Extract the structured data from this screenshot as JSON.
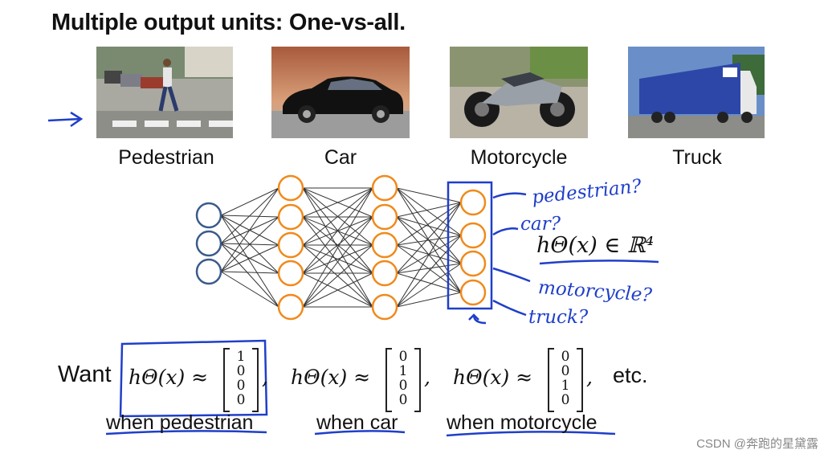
{
  "slide": {
    "title": "Multiple output units: One-vs-all.",
    "captions": [
      "Pedestrian",
      "Car",
      "Motorcycle",
      "Truck"
    ],
    "annotations": {
      "pedestrian": "pedestrian?",
      "car": "car?",
      "motorcycle": "motorcycle?",
      "truck": "truck?"
    },
    "hypothesis": "hΘ(x) ∈ ℝ⁴",
    "want_label": "Want",
    "h_expr": "hΘ(x) ≈",
    "vectors": [
      [
        "1",
        "0",
        "0",
        "0"
      ],
      [
        "0",
        "1",
        "0",
        "0"
      ],
      [
        "0",
        "0",
        "1",
        "0"
      ]
    ],
    "etc": "etc.",
    "when_labels": [
      "when pedestrian",
      "when car",
      "when motorcycle"
    ],
    "watermark": "CSDN @奔跑的星黛露"
  },
  "network": {
    "layer_sizes": [
      3,
      5,
      5,
      4
    ],
    "input_color": "#3b5b8c",
    "hidden_color": "#f08a1c",
    "ink_color": "#1f3fc9"
  }
}
